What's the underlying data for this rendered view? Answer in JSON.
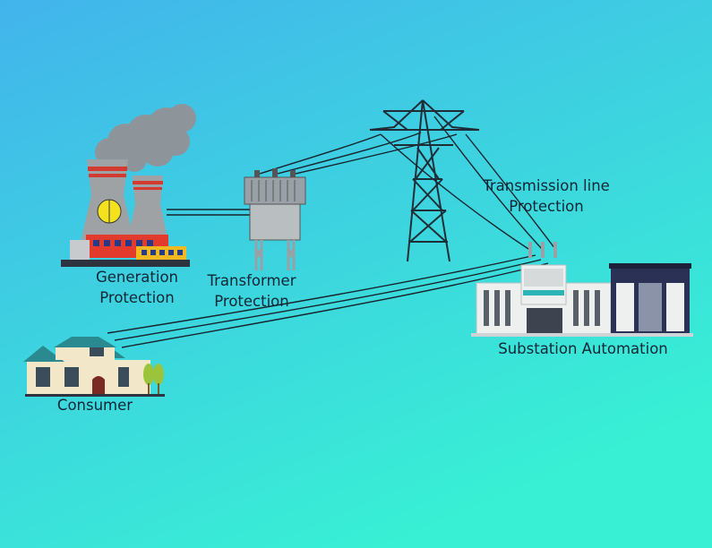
{
  "labels": {
    "generation": [
      "Generation",
      "Protection"
    ],
    "transformer": [
      "Transformer",
      "Protection"
    ],
    "transmission": [
      "Transmission line",
      "Protection"
    ],
    "substation": "Substation Automation",
    "consumer": "Consumer"
  },
  "colors": {
    "bg_top": "#42b4ec",
    "bg_bottom": "#38f0d4",
    "wire": "#16232c",
    "tower": "#1f2d36",
    "smoke": "#8e959a",
    "tower_gray": "#9ea2a5",
    "stripe_red": "#d33a30",
    "reactor_yellow": "#f4e21e",
    "plant_red": "#e23b2e",
    "plant_yellow": "#f2b820",
    "transformer_gray": "#9aa1a6",
    "substation_white": "#eef0f0",
    "substation_navy": "#2b3154",
    "roof_teal": "#2b8a8f",
    "house_cream": "#f2e7c9",
    "tree_green": "#9cc43a"
  },
  "icons": [
    "power-plant-icon",
    "transformer-icon",
    "transmission-tower-icon",
    "substation-icon",
    "house-icon"
  ]
}
